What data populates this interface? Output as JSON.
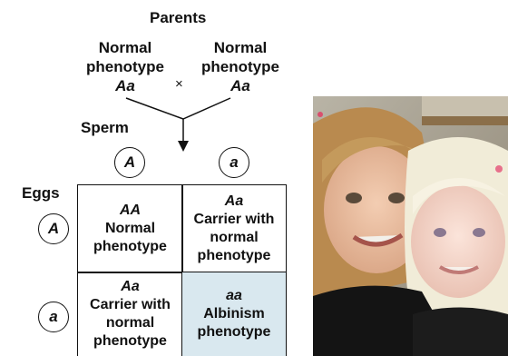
{
  "diagram": {
    "parents_title": "Parents",
    "cross_symbol": "×",
    "parent_left": {
      "phenotype": "Normal phenotype",
      "genotype": "Aa"
    },
    "parent_right": {
      "phenotype": "Normal phenotype",
      "genotype": "Aa"
    },
    "sperm_label": "Sperm",
    "eggs_label": "Eggs",
    "sperm_alleles": [
      "A",
      "a"
    ],
    "egg_alleles": [
      "A",
      "a"
    ],
    "punnett": [
      [
        {
          "genotype": "AA",
          "phenotype": "Normal phenotype"
        },
        {
          "genotype": "Aa",
          "phenotype": "Carrier with normal phenotype"
        }
      ],
      [
        {
          "genotype": "Aa",
          "phenotype": "Carrier with normal phenotype"
        },
        {
          "genotype": "aa",
          "phenotype": "Albinism phenotype"
        }
      ]
    ]
  },
  "colors": {
    "albinism_cell": "#d9e8ef",
    "line": "#111111"
  }
}
